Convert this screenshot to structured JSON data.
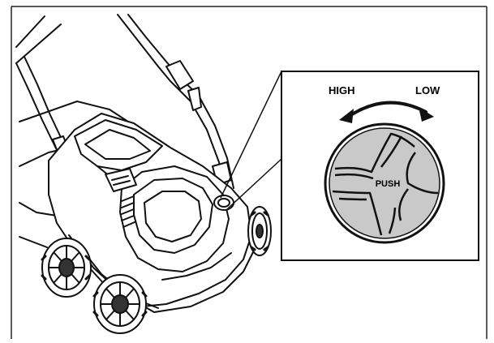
{
  "diagram": {
    "direction_high": "HIGH",
    "direction_low": "LOW",
    "knob_label": "PUSH"
  },
  "colors": {
    "line": "#111111",
    "knob_fill": "#c9c9c9",
    "background": "#ffffff"
  }
}
